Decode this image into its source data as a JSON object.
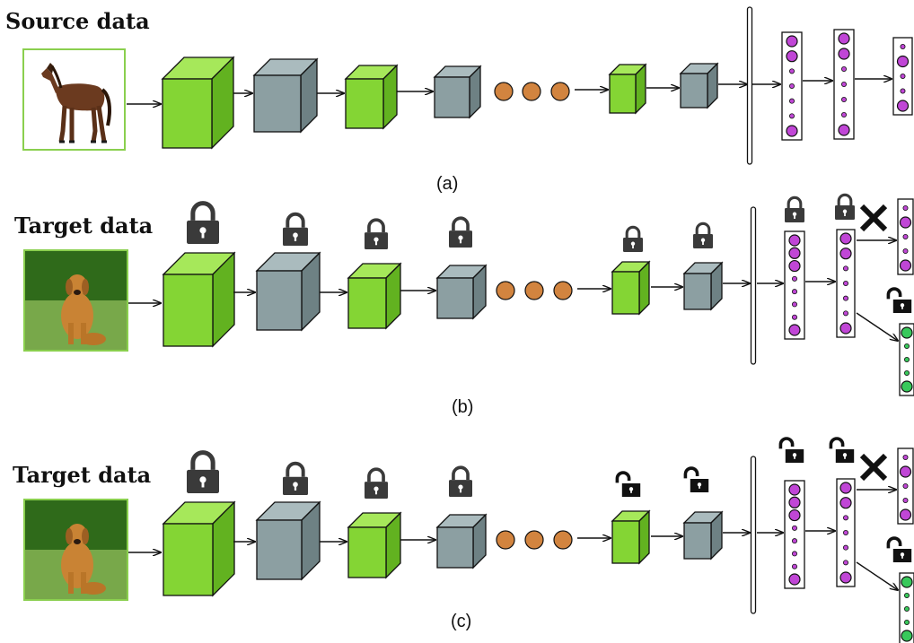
{
  "colors": {
    "green_front": "#84D534",
    "green_top": "#A6E85A",
    "green_side": "#62B220",
    "gray_front": "#8C9FA2",
    "gray_top": "#AABBBE",
    "gray_side": "#6E8184",
    "orange_dot": "#D2843F",
    "purple_node": "#C046D6",
    "green_node": "#38C95B",
    "lock_closed": "#3a3a3a",
    "lock_open": "#111111",
    "edge": "#111111"
  },
  "rows": [
    {
      "title": "Source data",
      "label": "(a)",
      "image": "horse-photo",
      "locks": "none",
      "has_new_head": false
    },
    {
      "title": "Target data",
      "label": "(b)",
      "image": "dog-photo",
      "locks": "all-closed",
      "has_new_head": true
    },
    {
      "title": "Target data",
      "label": "(c)",
      "image": "dog-photo",
      "locks": "last-conv-and-fc-open",
      "has_new_head": true
    }
  ],
  "icons": {
    "closed_lock": "lock-closed-icon",
    "open_lock": "lock-open-icon",
    "remove": "x-mark-icon"
  }
}
